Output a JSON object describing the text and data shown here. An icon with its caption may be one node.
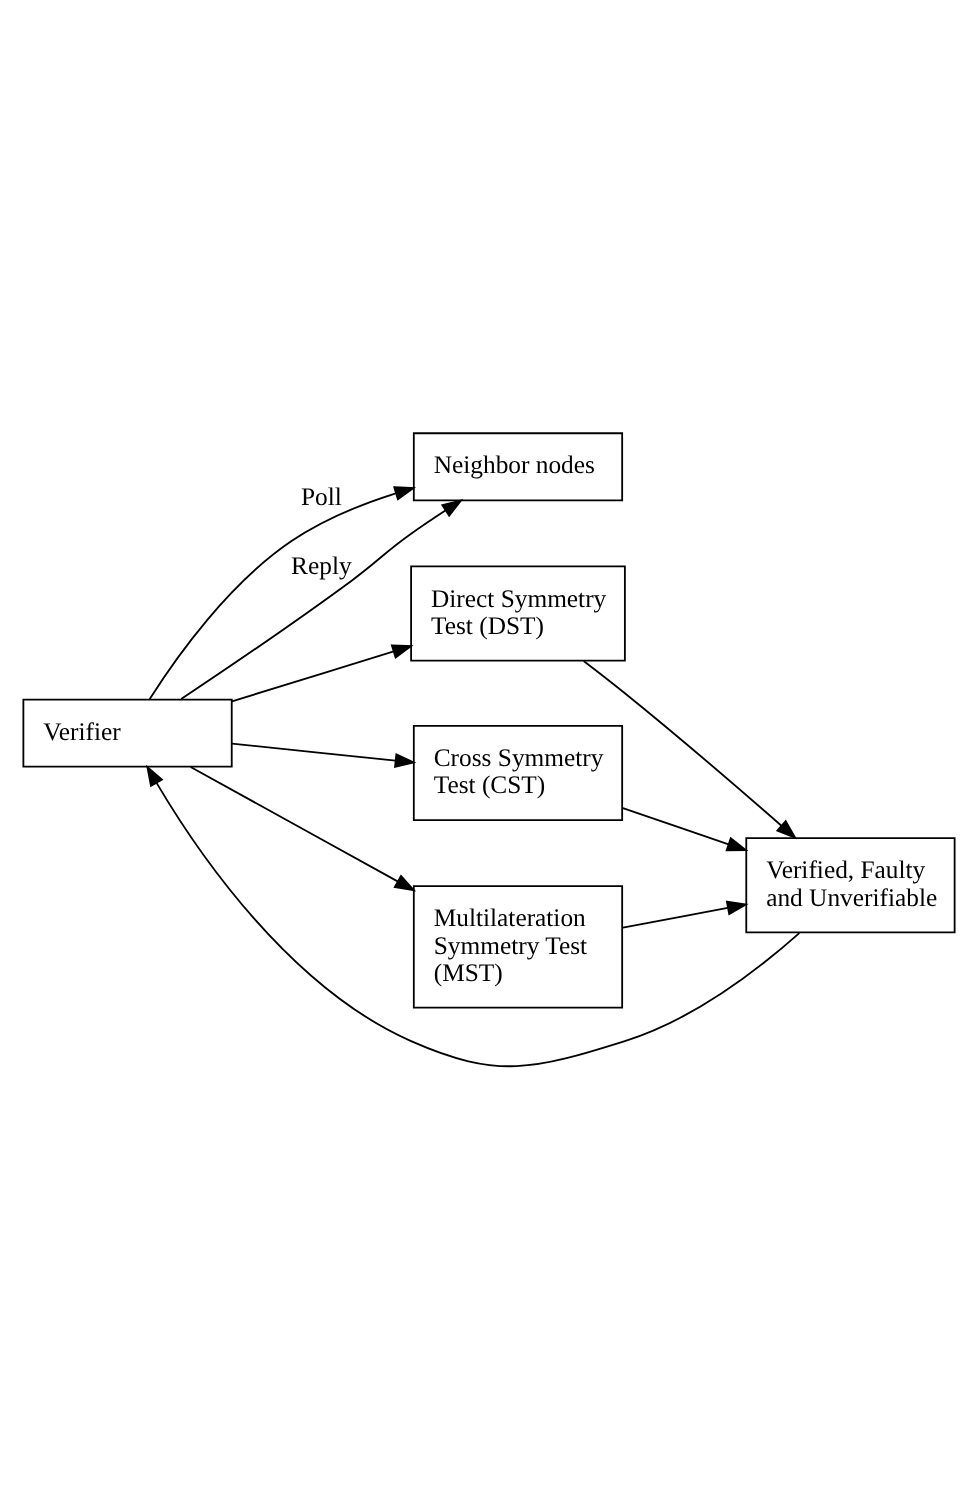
{
  "diagram": {
    "nodes": [
      {
        "text": [
          "Verifier"
        ]
      },
      {
        "text": [
          "Neighbor nodes"
        ]
      },
      {
        "text": [
          "Direct Symmetry Test (DST)"
        ]
      },
      {
        "text": [
          "Cross Symmetry Test (CST)"
        ]
      },
      {
        "text": [
          "Multilateration Symmetry Test (MST)"
        ]
      },
      {
        "text": [
          "Verified, Faulty and Unverifiable"
        ]
      }
    ],
    "edges": [
      {
        "from": 0,
        "to": 1,
        "arrow": "to",
        "label": "Poll"
      },
      {
        "from": 0,
        "to": 1,
        "arrow": "to",
        "label": "Reply"
      },
      {
        "from": 0,
        "to": 2,
        "arrow": "to"
      },
      {
        "from": 0,
        "to": 3,
        "arrow": "to"
      },
      {
        "from": 0,
        "to": 4,
        "arrow": "to"
      },
      {
        "from": 2,
        "to": 5,
        "arrow": "to"
      },
      {
        "from": 3,
        "to": 5,
        "arrow": "to"
      },
      {
        "from": 4,
        "to": 5,
        "arrow": "to"
      },
      {
        "from": 5,
        "to": 0,
        "arrow": "to"
      }
    ]
  }
}
